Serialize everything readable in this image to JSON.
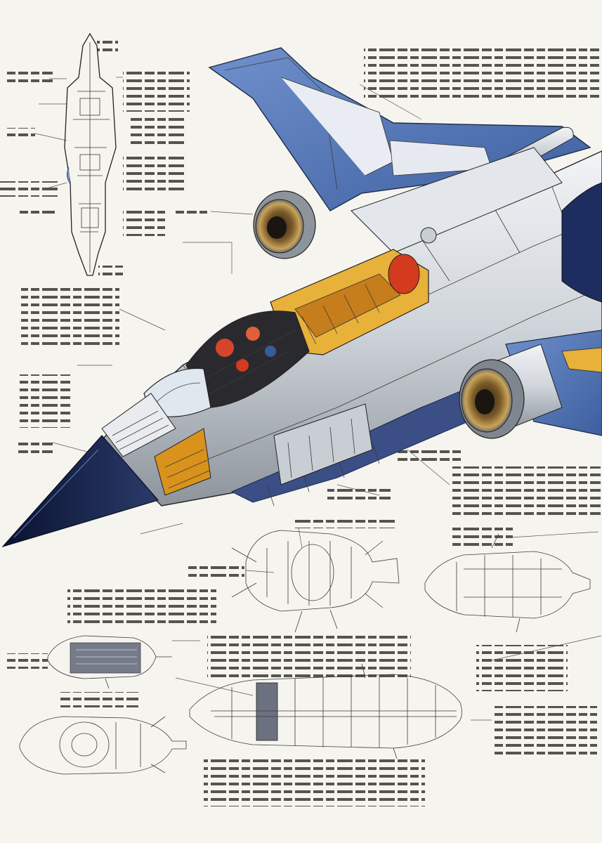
{
  "palette": {
    "paper": "#f5f4ef",
    "ink": "#2b2a27",
    "hull_blue": "#4f72b6",
    "hull_silver": "#d9dde2",
    "nose_navy": "#101a3a",
    "accent_orange": "#d9921c",
    "accent_red": "#d33a1e",
    "engine_gold": "#b48a3c"
  },
  "illustration": {
    "main_view": "starfighter-cutaway",
    "detail_views": [
      "vertical-cross-section",
      "center-component-sketch",
      "right-component-sketch",
      "left-component-sketch",
      "long-fuselage-section",
      "lower-left-component-sketch"
    ]
  }
}
